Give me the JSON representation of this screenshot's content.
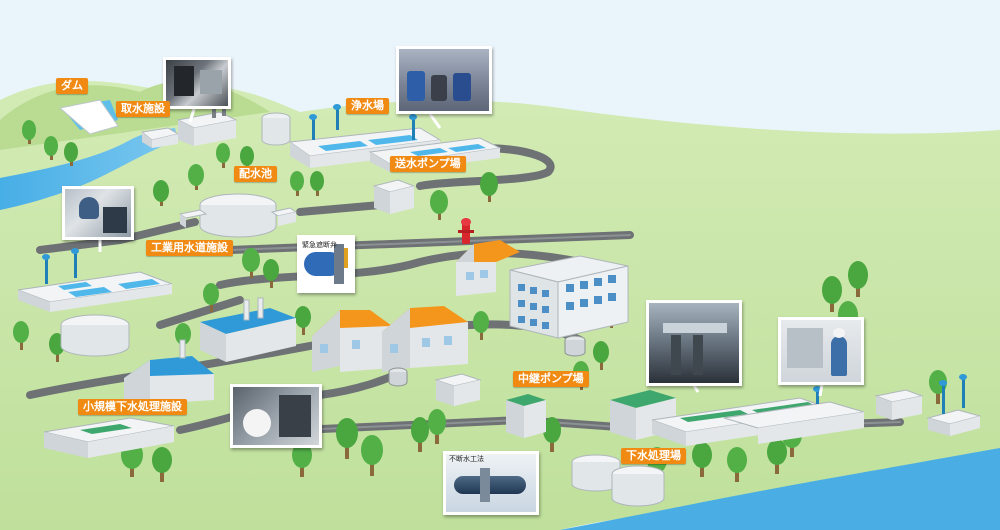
{
  "labels": {
    "dam": "ダム",
    "intake": "取水施設",
    "purification": "浄水場",
    "distribution_reservoir": "配水池",
    "transmission_pump": "送水ポンプ場",
    "industrial_water": "工業用水道施設",
    "emergency_valve": "緊急遮断弁",
    "small_sewage": "小規模下水処理施設",
    "relay_pump": "中継ポンプ場",
    "sewage_treatment": "下水処理場",
    "no_dig": "不断水工法"
  },
  "colors": {
    "label_bg": "#f08a12",
    "pipe": "#6e7275",
    "water": "#4fb7ea",
    "sky": "#eaf5fb",
    "land": "#c9e6a8",
    "tree": "#52b047",
    "roof_orange": "#f4951c",
    "roof_blue": "#2f9ad7",
    "fire_hydrant": "#d8262d"
  }
}
